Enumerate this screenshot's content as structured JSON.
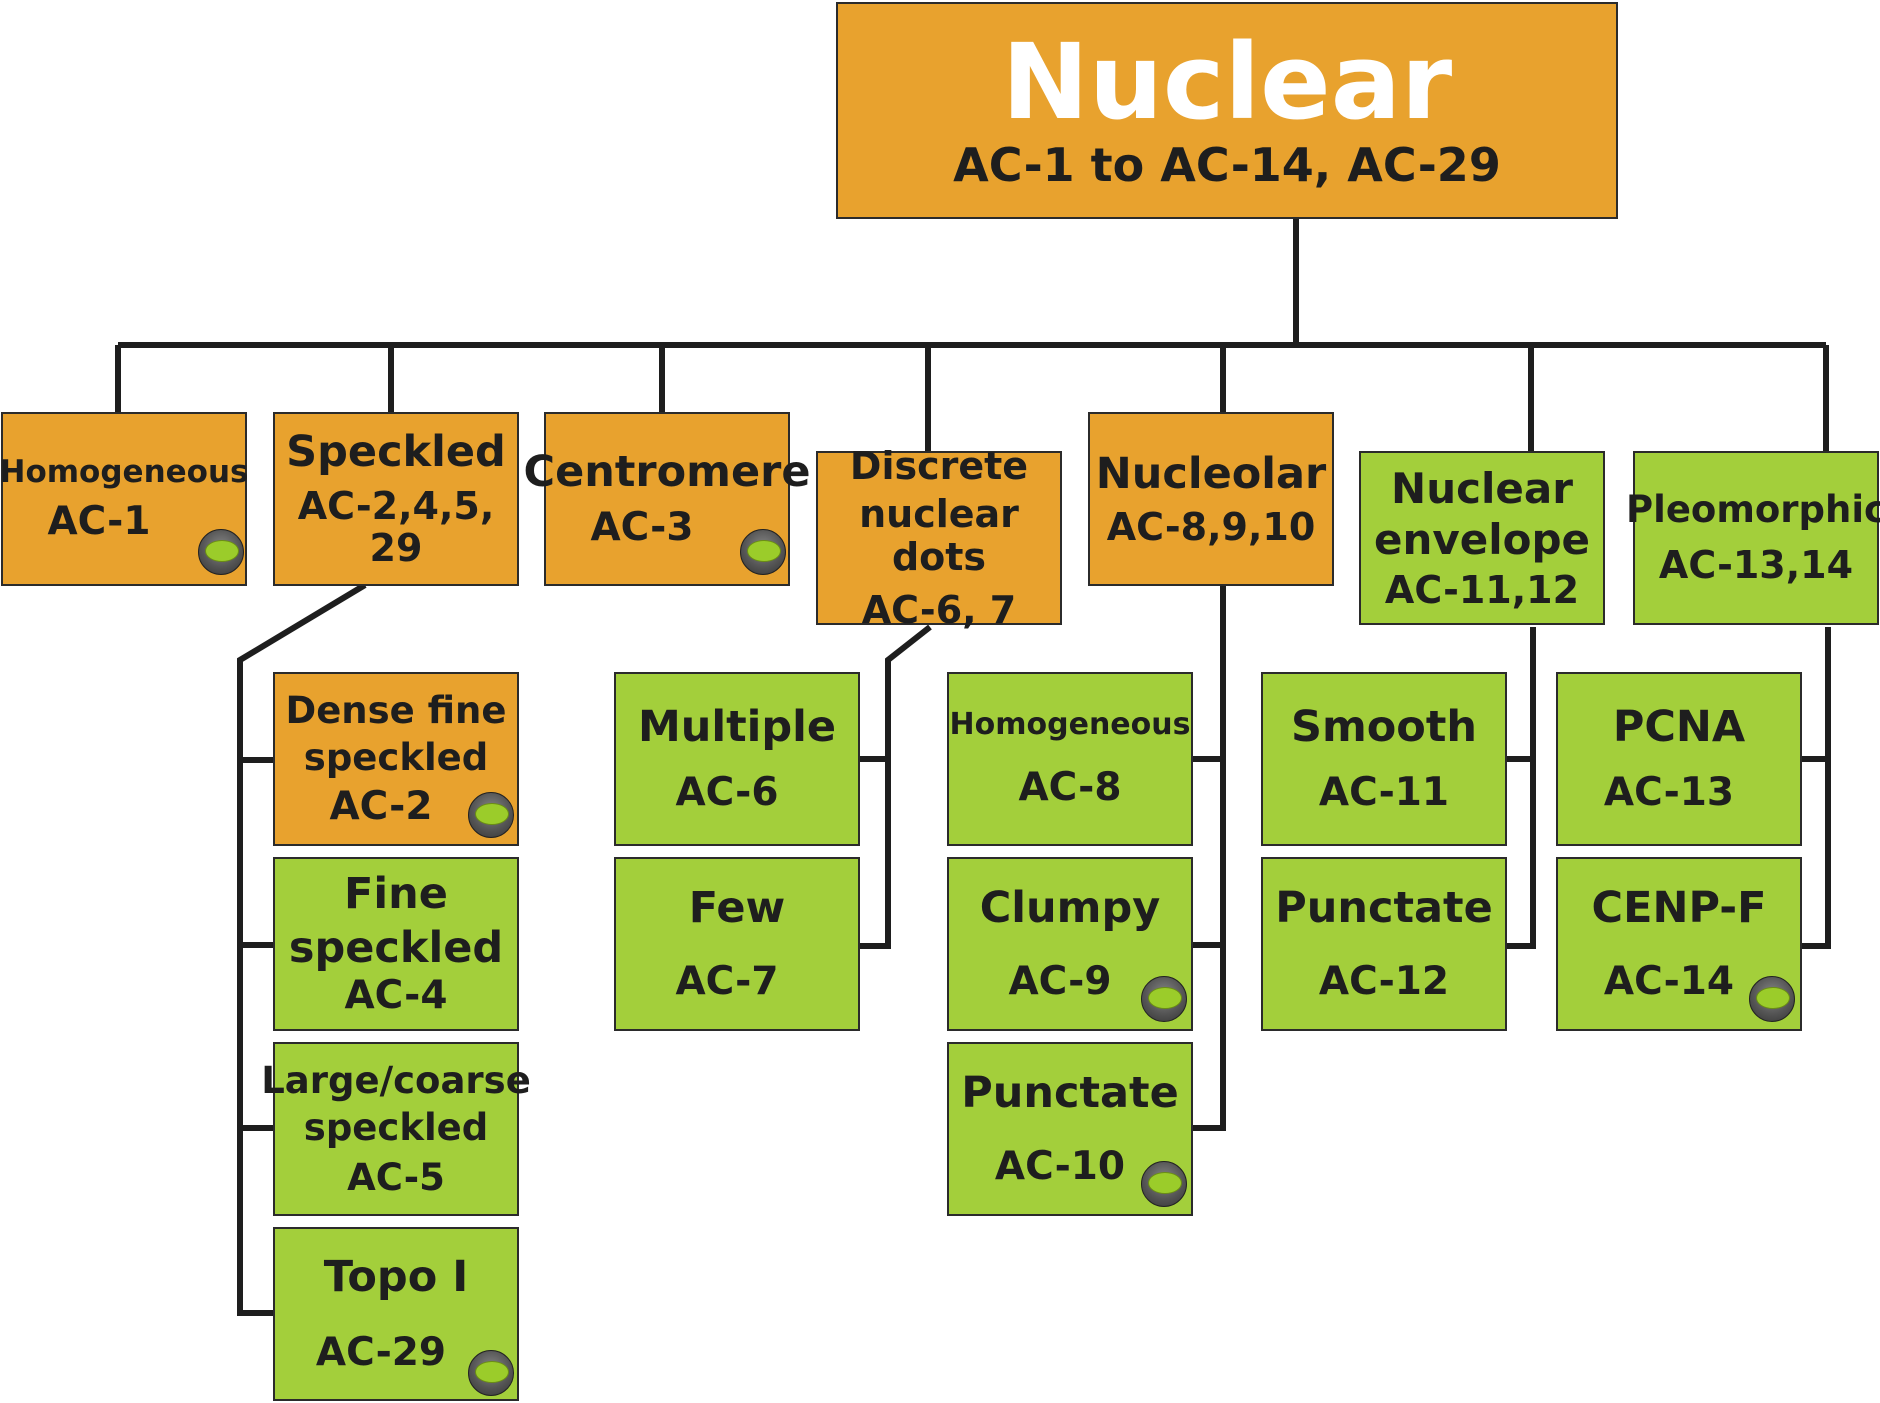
{
  "root": {
    "title": "Nuclear",
    "codes": "AC-1 to AC-14, AC-29"
  },
  "groups": {
    "homogeneous": {
      "name": "Homogeneous",
      "code": "AC-1"
    },
    "speckled": {
      "name": "Speckled",
      "code": "AC-2,4,5, 29"
    },
    "centromere": {
      "name": "Centromere",
      "code": "AC-3"
    },
    "discrete": {
      "name1": "Discrete",
      "name2": "nuclear dots",
      "code": "AC-6, 7"
    },
    "nucleolar": {
      "name": "Nucleolar",
      "code": "AC-8,9,10"
    },
    "envelope": {
      "name1": "Nuclear",
      "name2": "envelope",
      "code": "AC-11,12"
    },
    "pleomorphic": {
      "name": "Pleomorphic",
      "code": "AC-13,14"
    }
  },
  "speckled_children": [
    {
      "line1": "Dense fine",
      "line2": "speckled",
      "code": "AC-2"
    },
    {
      "line1": "Fine",
      "line2": "speckled",
      "code": "AC-4"
    },
    {
      "line1": "Large/coarse",
      "line2": "speckled",
      "code": "AC-5"
    },
    {
      "line1": "Topo I",
      "code": "AC-29"
    }
  ],
  "discrete_children": [
    {
      "name": "Multiple",
      "code": "AC-6"
    },
    {
      "name": "Few",
      "code": "AC-7"
    }
  ],
  "nucleolar_children": [
    {
      "name": "Homogeneous",
      "code": "AC-8"
    },
    {
      "name": "Clumpy",
      "code": "AC-9"
    },
    {
      "name": "Punctate",
      "code": "AC-10"
    }
  ],
  "envelope_children": [
    {
      "name": "Smooth",
      "code": "AC-11"
    },
    {
      "name": "Punctate",
      "code": "AC-12"
    }
  ],
  "pleomorphic_children": [
    {
      "name": "PCNA",
      "code": "AC-13"
    },
    {
      "name": "CENP-F",
      "code": "AC-14"
    }
  ],
  "colors": {
    "orange": "#e8a22e",
    "green": "#a3cf3b",
    "line": "#1e1e1e"
  }
}
